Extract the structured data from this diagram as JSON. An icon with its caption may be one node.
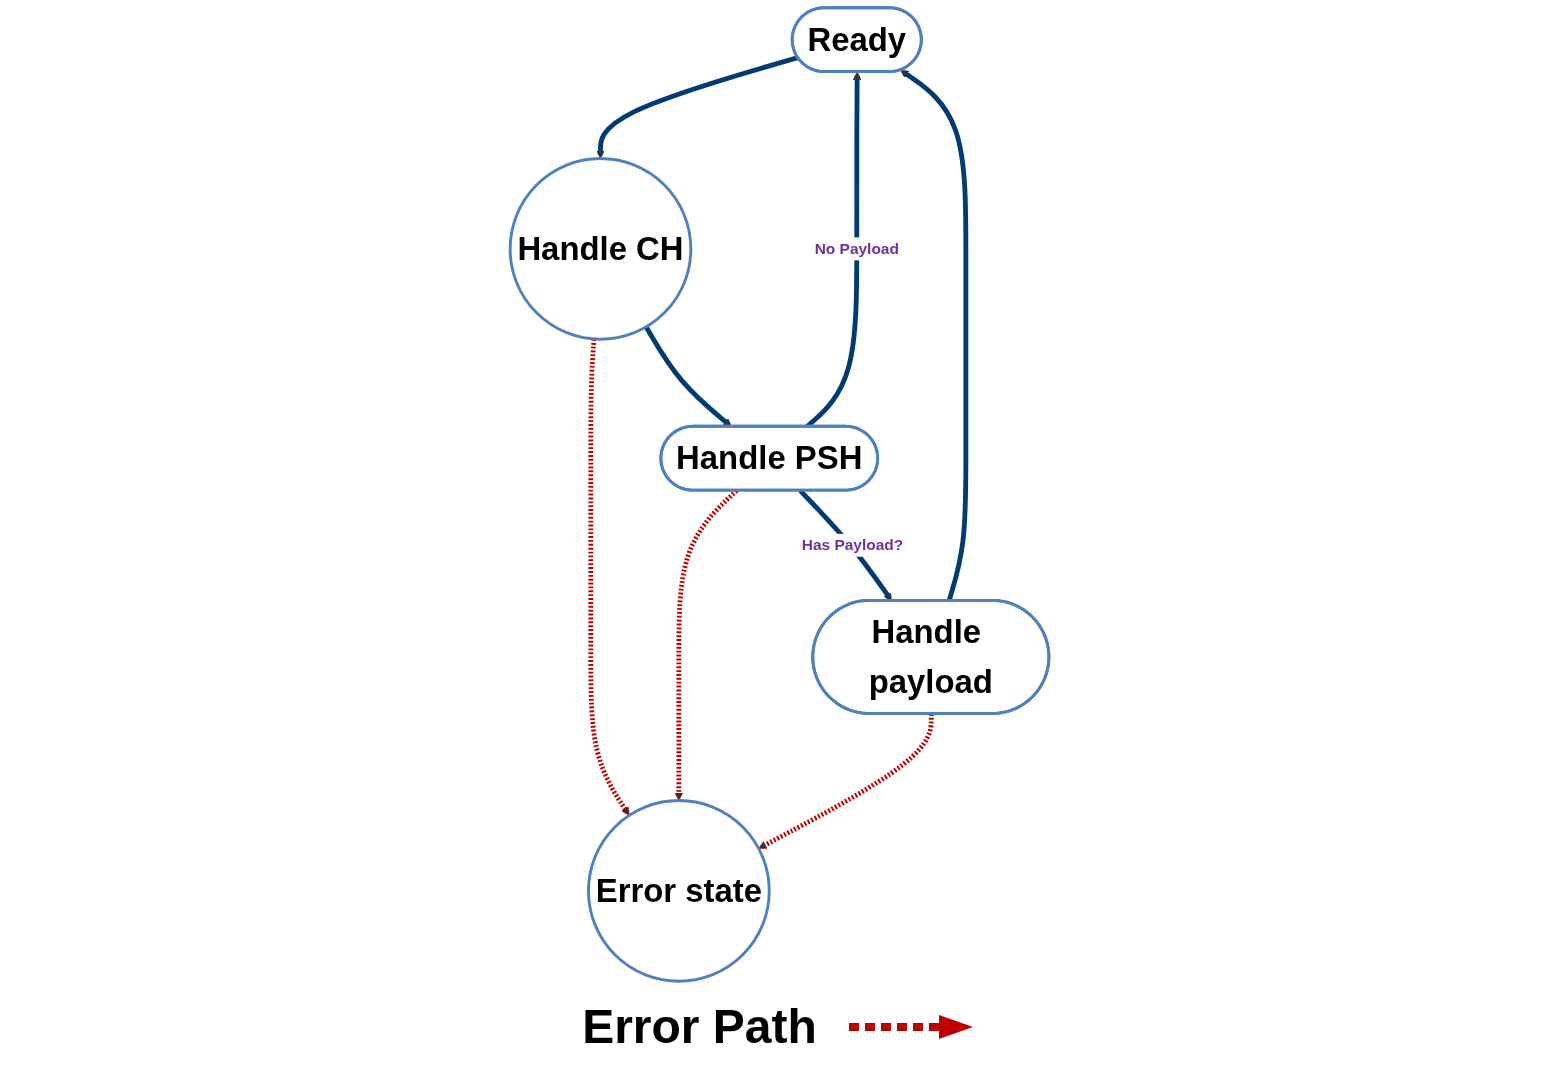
{
  "diagram": {
    "nodes": [
      {
        "text": [
          "Ready"
        ]
      },
      {
        "text": [
          "Handle CH"
        ]
      },
      {
        "text": [
          "Handle PSH"
        ]
      },
      {
        "text": [
          "Handle payload"
        ]
      },
      {
        "text": [
          "Error state"
        ]
      }
    ],
    "edges": [
      {
        "from": 0,
        "to": 1,
        "arrow": "to"
      },
      {
        "from": 1,
        "to": 2,
        "arrow": "to"
      },
      {
        "from": 2,
        "to": 0,
        "arrow": "to",
        "label": "No Payload"
      },
      {
        "from": 2,
        "to": 3,
        "arrow": "to",
        "label": "Has Payload?"
      },
      {
        "from": 3,
        "to": 0,
        "arrow": "to"
      },
      {
        "from": 1,
        "to": 4,
        "arrow": "to",
        "style": "dashed",
        "color": "#c00000"
      },
      {
        "from": 2,
        "to": 4,
        "arrow": "to",
        "style": "dashed",
        "color": "#c00000"
      },
      {
        "from": 3,
        "to": 4,
        "arrow": "to",
        "style": "dashed",
        "color": "#c00000"
      }
    ],
    "legend": [
      {
        "text": "Error Path"
      }
    ]
  }
}
